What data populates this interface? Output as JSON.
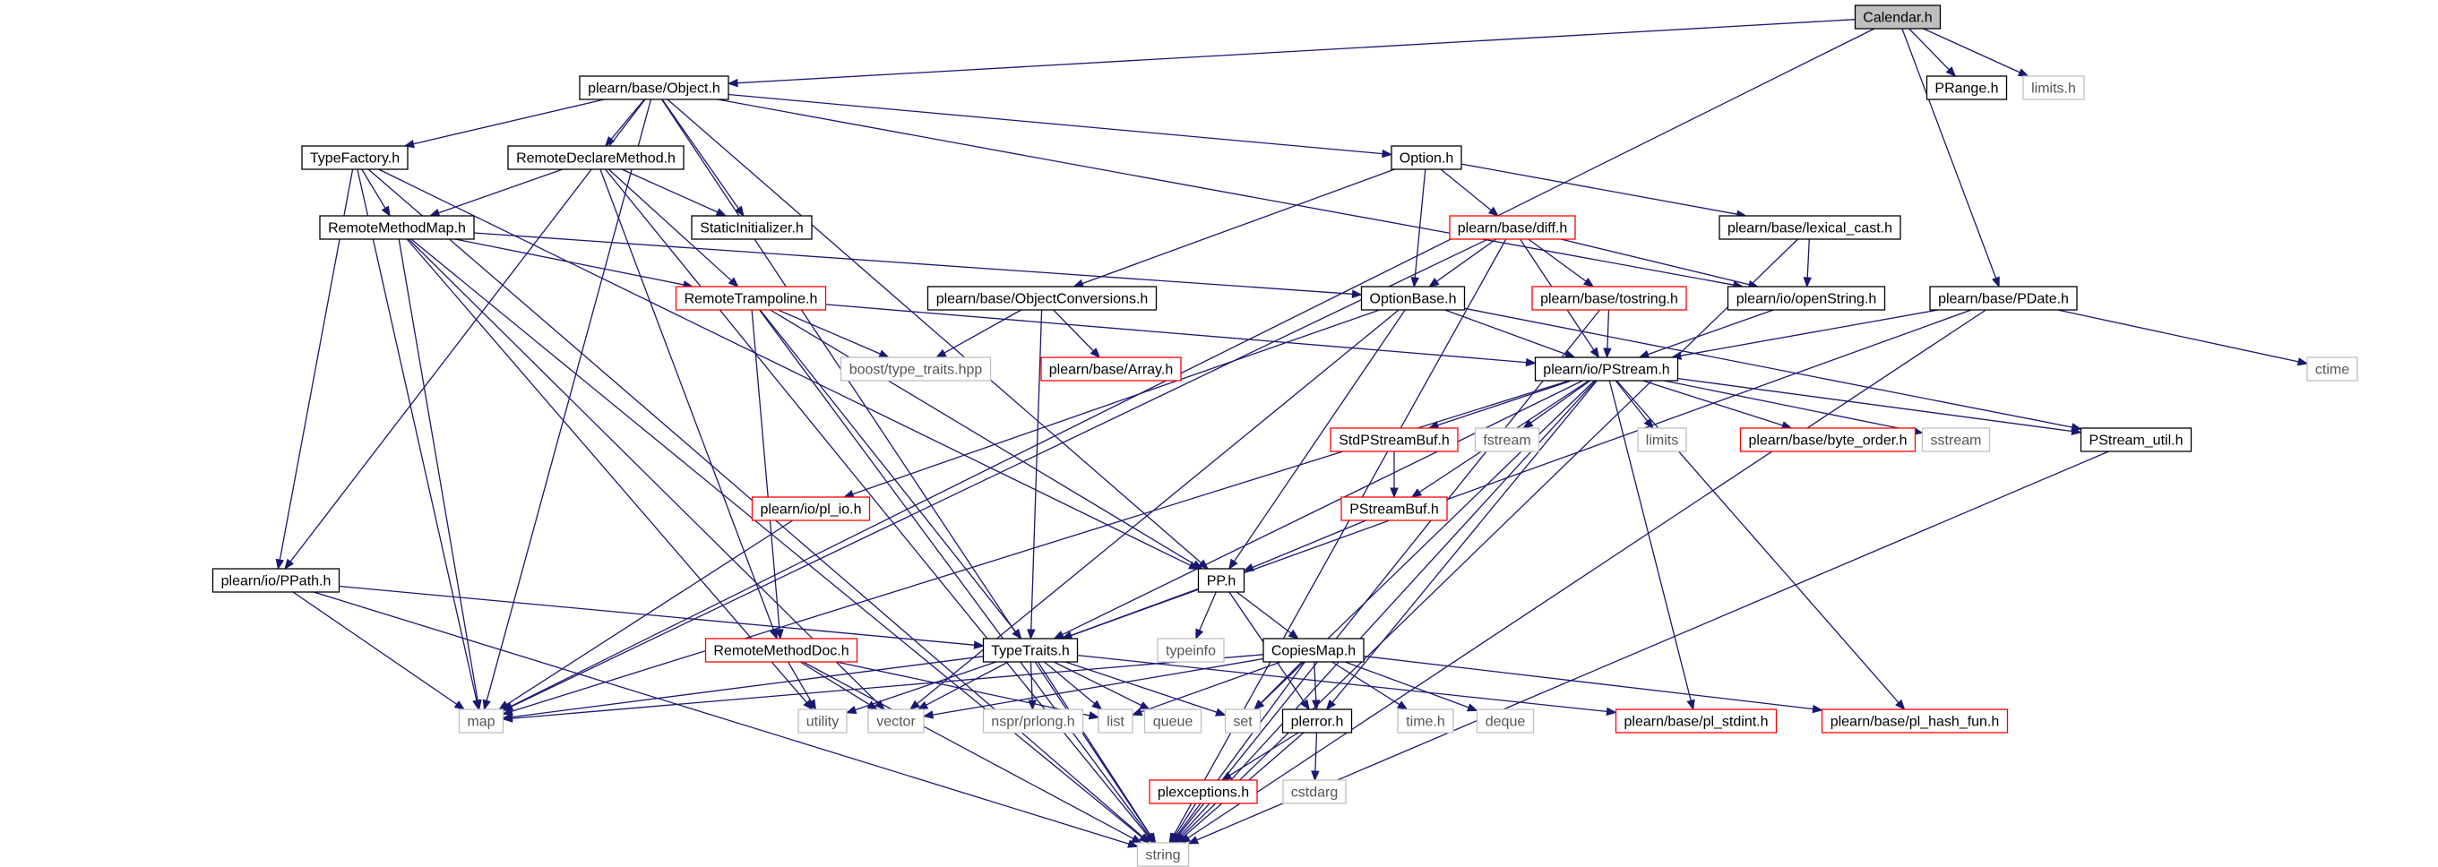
{
  "diagram": {
    "nodes": [
      {
        "id": "calendar_h",
        "label": "Calendar.h",
        "style": "root"
      },
      {
        "id": "plearn_base_object_h",
        "label": "plearn/base/Object.h",
        "style": "black"
      },
      {
        "id": "prange_h",
        "label": "PRange.h",
        "style": "black"
      },
      {
        "id": "limits_h",
        "label": "limits.h",
        "style": "gray"
      },
      {
        "id": "typefactory_h",
        "label": "TypeFactory.h",
        "style": "black"
      },
      {
        "id": "remotedeclaremethod_h",
        "label": "RemoteDeclareMethod.h",
        "style": "black"
      },
      {
        "id": "option_h",
        "label": "Option.h",
        "style": "black"
      },
      {
        "id": "staticinitializer_h",
        "label": "StaticInitializer.h",
        "style": "black"
      },
      {
        "id": "remotemethodmap_h",
        "label": "RemoteMethodMap.h",
        "style": "black"
      },
      {
        "id": "plearn_base_diff_h",
        "label": "plearn/base/diff.h",
        "style": "red"
      },
      {
        "id": "plearn_base_lexical_cast_h",
        "label": "plearn/base/lexical_cast.h",
        "style": "black"
      },
      {
        "id": "remotetrampoline_h",
        "label": "RemoteTrampoline.h",
        "style": "red"
      },
      {
        "id": "plearn_base_objectconversions_h",
        "label": "plearn/base/ObjectConversions.h",
        "style": "black"
      },
      {
        "id": "optionbase_h",
        "label": "OptionBase.h",
        "style": "black"
      },
      {
        "id": "plearn_base_tostring_h",
        "label": "plearn/base/tostring.h",
        "style": "red"
      },
      {
        "id": "plearn_io_openstring_h",
        "label": "plearn/io/openString.h",
        "style": "black"
      },
      {
        "id": "plearn_base_pdate_h",
        "label": "plearn/base/PDate.h",
        "style": "black"
      },
      {
        "id": "boost_type_traits_hpp",
        "label": "boost/type_traits.hpp",
        "style": "gray"
      },
      {
        "id": "plearn_base_array_h",
        "label": "plearn/base/Array.h",
        "style": "red"
      },
      {
        "id": "plearn_io_pstream_h",
        "label": "plearn/io/PStream.h",
        "style": "black"
      },
      {
        "id": "ctime",
        "label": "ctime",
        "style": "gray"
      },
      {
        "id": "stdpstreambuf_h",
        "label": "StdPStreamBuf.h",
        "style": "red"
      },
      {
        "id": "fstream",
        "label": "fstream",
        "style": "gray"
      },
      {
        "id": "limits",
        "label": "limits",
        "style": "gray"
      },
      {
        "id": "plearn_base_byte_order_h",
        "label": "plearn/base/byte_order.h",
        "style": "red"
      },
      {
        "id": "sstream",
        "label": "sstream",
        "style": "gray"
      },
      {
        "id": "pstream_util_h",
        "label": "PStream_util.h",
        "style": "black"
      },
      {
        "id": "plearn_io_pl_io_h",
        "label": "plearn/io/pl_io.h",
        "style": "red"
      },
      {
        "id": "pstreambuf_h",
        "label": "PStreamBuf.h",
        "style": "red"
      },
      {
        "id": "plearn_io_ppath_h",
        "label": "plearn/io/PPath.h",
        "style": "black"
      },
      {
        "id": "pp_h",
        "label": "PP.h",
        "style": "black"
      },
      {
        "id": "typeinfo",
        "label": "typeinfo",
        "style": "gray"
      },
      {
        "id": "remotemethoddoc_h",
        "label": "RemoteMethodDoc.h",
        "style": "red"
      },
      {
        "id": "typetraits_h",
        "label": "TypeTraits.h",
        "style": "black"
      },
      {
        "id": "copiesmap_h",
        "label": "CopiesMap.h",
        "style": "black"
      },
      {
        "id": "map",
        "label": "map",
        "style": "gray"
      },
      {
        "id": "utility",
        "label": "utility",
        "style": "gray"
      },
      {
        "id": "vector",
        "label": "vector",
        "style": "gray"
      },
      {
        "id": "nspr_prlong_h",
        "label": "nspr/prlong.h",
        "style": "gray"
      },
      {
        "id": "list",
        "label": "list",
        "style": "gray"
      },
      {
        "id": "queue",
        "label": "queue",
        "style": "gray"
      },
      {
        "id": "set",
        "label": "set",
        "style": "gray"
      },
      {
        "id": "plerror_h",
        "label": "plerror.h",
        "style": "black"
      },
      {
        "id": "time_h",
        "label": "time.h",
        "style": "gray"
      },
      {
        "id": "deque",
        "label": "deque",
        "style": "gray"
      },
      {
        "id": "plearn_base_pl_stdint_h",
        "label": "plearn/base/pl_stdint.h",
        "style": "red"
      },
      {
        "id": "plearn_base_pl_hash_fun_h",
        "label": "plearn/base/pl_hash_fun.h",
        "style": "red"
      },
      {
        "id": "plexceptions_h",
        "label": "plexceptions.h",
        "style": "red"
      },
      {
        "id": "cstdarg",
        "label": "cstdarg",
        "style": "gray"
      },
      {
        "id": "string",
        "label": "string",
        "style": "gray"
      }
    ],
    "edges": [
      [
        "calendar_h",
        "plearn_base_object_h"
      ],
      [
        "calendar_h",
        "prange_h"
      ],
      [
        "calendar_h",
        "limits_h"
      ],
      [
        "calendar_h",
        "plearn_base_pdate_h"
      ],
      [
        "calendar_h",
        "map"
      ],
      [
        "plearn_base_object_h",
        "typefactory_h"
      ],
      [
        "plearn_base_object_h",
        "remotedeclaremethod_h"
      ],
      [
        "plearn_base_object_h",
        "option_h"
      ],
      [
        "plearn_base_object_h",
        "staticinitializer_h"
      ],
      [
        "plearn_base_object_h",
        "plearn_io_openstring_h"
      ],
      [
        "plearn_base_object_h",
        "pp_h"
      ],
      [
        "plearn_base_object_h",
        "plearn_io_ppath_h"
      ],
      [
        "plearn_base_object_h",
        "map"
      ],
      [
        "plearn_base_object_h",
        "string"
      ],
      [
        "typefactory_h",
        "remotemethodmap_h"
      ],
      [
        "typefactory_h",
        "plearn_io_ppath_h"
      ],
      [
        "typefactory_h",
        "map"
      ],
      [
        "typefactory_h",
        "string"
      ],
      [
        "typefactory_h",
        "pp_h"
      ],
      [
        "remotedeclaremethod_h",
        "remotemethodmap_h"
      ],
      [
        "remotedeclaremethod_h",
        "staticinitializer_h"
      ],
      [
        "remotedeclaremethod_h",
        "remotetrampoline_h"
      ],
      [
        "remotedeclaremethod_h",
        "remotemethoddoc_h"
      ],
      [
        "remotedeclaremethod_h",
        "string"
      ],
      [
        "option_h",
        "plearn_base_diff_h"
      ],
      [
        "option_h",
        "plearn_base_lexical_cast_h"
      ],
      [
        "option_h",
        "optionbase_h"
      ],
      [
        "option_h",
        "plearn_base_objectconversions_h"
      ],
      [
        "remotemethodmap_h",
        "remotetrampoline_h"
      ],
      [
        "remotemethodmap_h",
        "optionbase_h"
      ],
      [
        "remotemethodmap_h",
        "map"
      ],
      [
        "remotemethodmap_h",
        "string"
      ],
      [
        "remotemethodmap_h",
        "utility"
      ],
      [
        "remotemethodmap_h",
        "vector"
      ],
      [
        "plearn_base_diff_h",
        "optionbase_h"
      ],
      [
        "plearn_base_diff_h",
        "plearn_base_tostring_h"
      ],
      [
        "plearn_base_diff_h",
        "plearn_io_openstring_h"
      ],
      [
        "plearn_base_diff_h",
        "plearn_io_pstream_h"
      ],
      [
        "plearn_base_diff_h",
        "map"
      ],
      [
        "plearn_base_diff_h",
        "string"
      ],
      [
        "plearn_base_lexical_cast_h",
        "plearn_io_openstring_h"
      ],
      [
        "plearn_base_lexical_cast_h",
        "string"
      ],
      [
        "remotetrampoline_h",
        "boost_type_traits_hpp"
      ],
      [
        "remotetrampoline_h",
        "plearn_io_pstream_h"
      ],
      [
        "remotetrampoline_h",
        "remotemethoddoc_h"
      ],
      [
        "remotetrampoline_h",
        "typetraits_h"
      ],
      [
        "remotetrampoline_h",
        "pp_h"
      ],
      [
        "remotetrampoline_h",
        "string"
      ],
      [
        "plearn_base_objectconversions_h",
        "boost_type_traits_hpp"
      ],
      [
        "plearn_base_objectconversions_h",
        "plearn_base_array_h"
      ],
      [
        "plearn_base_objectconversions_h",
        "typetraits_h"
      ],
      [
        "optionbase_h",
        "plearn_io_pstream_h"
      ],
      [
        "optionbase_h",
        "pstream_util_h"
      ],
      [
        "optionbase_h",
        "plearn_io_pl_io_h"
      ],
      [
        "optionbase_h",
        "pp_h"
      ],
      [
        "optionbase_h",
        "vector"
      ],
      [
        "plearn_base_tostring_h",
        "plearn_io_pstream_h"
      ],
      [
        "plearn_base_tostring_h",
        "string"
      ],
      [
        "plearn_io_openstring_h",
        "plearn_io_pstream_h"
      ],
      [
        "plearn_base_pdate_h",
        "plearn_io_pstream_h"
      ],
      [
        "plearn_base_pdate_h",
        "ctime"
      ],
      [
        "plearn_base_pdate_h",
        "string"
      ],
      [
        "plearn_base_pdate_h",
        "typetraits_h"
      ],
      [
        "plearn_io_pstream_h",
        "stdpstreambuf_h"
      ],
      [
        "plearn_io_pstream_h",
        "fstream"
      ],
      [
        "plearn_io_pstream_h",
        "limits"
      ],
      [
        "plearn_io_pstream_h",
        "plearn_base_byte_order_h"
      ],
      [
        "plearn_io_pstream_h",
        "sstream"
      ],
      [
        "plearn_io_pstream_h",
        "pstream_util_h"
      ],
      [
        "plearn_io_pstream_h",
        "pstreambuf_h"
      ],
      [
        "plearn_io_pstream_h",
        "typetraits_h"
      ],
      [
        "plearn_io_pstream_h",
        "map"
      ],
      [
        "plearn_io_pstream_h",
        "set"
      ],
      [
        "plearn_io_pstream_h",
        "plerror_h"
      ],
      [
        "plearn_io_pstream_h",
        "plearn_base_pl_stdint_h"
      ],
      [
        "plearn_io_pstream_h",
        "plearn_base_pl_hash_fun_h"
      ],
      [
        "plearn_io_pstream_h",
        "string"
      ],
      [
        "stdpstreambuf_h",
        "pstreambuf_h"
      ],
      [
        "pstreambuf_h",
        "pp_h"
      ],
      [
        "pstream_util_h",
        "string"
      ],
      [
        "plearn_io_pl_io_h",
        "map"
      ],
      [
        "plearn_io_ppath_h",
        "typetraits_h"
      ],
      [
        "plearn_io_ppath_h",
        "map"
      ],
      [
        "plearn_io_ppath_h",
        "string"
      ],
      [
        "pp_h",
        "typeinfo"
      ],
      [
        "pp_h",
        "typetraits_h"
      ],
      [
        "pp_h",
        "copiesmap_h"
      ],
      [
        "pp_h",
        "plerror_h"
      ],
      [
        "remotemethoddoc_h",
        "utility"
      ],
      [
        "remotemethoddoc_h",
        "vector"
      ],
      [
        "remotemethoddoc_h",
        "list"
      ],
      [
        "remotemethoddoc_h",
        "string"
      ],
      [
        "typetraits_h",
        "map"
      ],
      [
        "typetraits_h",
        "utility"
      ],
      [
        "typetraits_h",
        "vector"
      ],
      [
        "typetraits_h",
        "nspr_prlong_h"
      ],
      [
        "typetraits_h",
        "list"
      ],
      [
        "typetraits_h",
        "queue"
      ],
      [
        "typetraits_h",
        "set"
      ],
      [
        "typetraits_h",
        "plearn_base_pl_stdint_h"
      ],
      [
        "typetraits_h",
        "string"
      ],
      [
        "copiesmap_h",
        "map"
      ],
      [
        "copiesmap_h",
        "vector"
      ],
      [
        "copiesmap_h",
        "list"
      ],
      [
        "copiesmap_h",
        "set"
      ],
      [
        "copiesmap_h",
        "plerror_h"
      ],
      [
        "copiesmap_h",
        "time_h"
      ],
      [
        "copiesmap_h",
        "deque"
      ],
      [
        "copiesmap_h",
        "plearn_base_pl_hash_fun_h"
      ],
      [
        "copiesmap_h",
        "string"
      ],
      [
        "plerror_h",
        "plexceptions_h"
      ],
      [
        "plerror_h",
        "cstdarg"
      ],
      [
        "plerror_h",
        "string"
      ],
      [
        "plexceptions_h",
        "string"
      ]
    ]
  }
}
